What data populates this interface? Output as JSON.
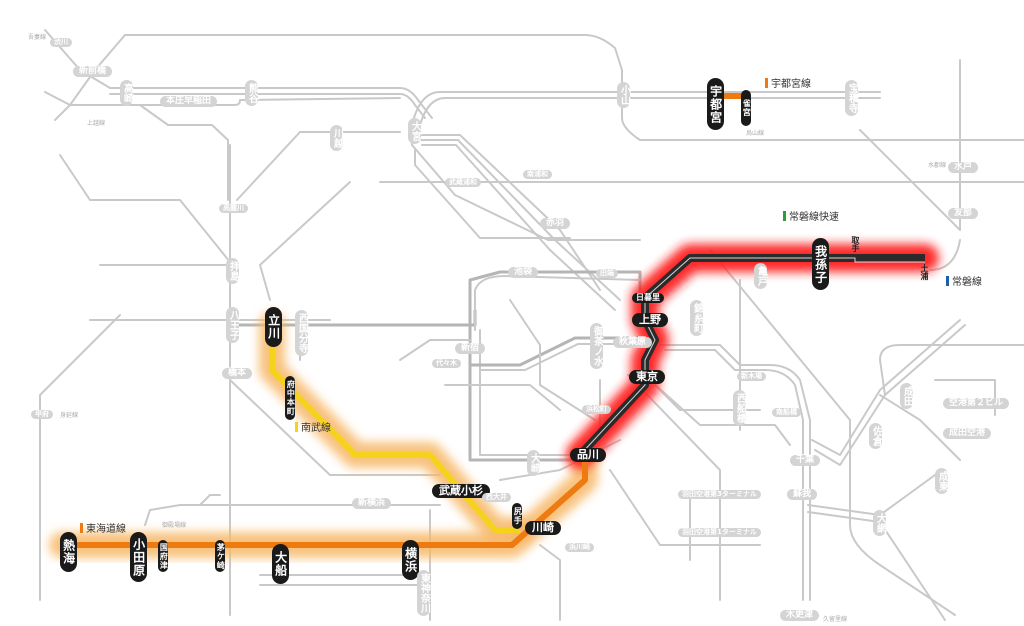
{
  "map": {
    "legends": [
      {
        "key": "utsunomiya",
        "label": "宇都宮線",
        "color": "#ee7a12"
      },
      {
        "key": "joban_rapid",
        "label": "常磐線快速",
        "color": "#2e9a3a"
      },
      {
        "key": "joban",
        "label": "常磐線",
        "color": "#1f5fa8"
      },
      {
        "key": "nambu",
        "label": "南武線",
        "color": "#f5d21b"
      },
      {
        "key": "tokaido",
        "label": "東海道線",
        "color": "#ee7a12"
      }
    ],
    "highlight_colors": {
      "red_glow": "#ff1f1f",
      "orange_glow": "#f7b766",
      "orange_line": "#ee7a12",
      "yellow_line": "#f5d21b",
      "dark_line": "#2b2b2b"
    },
    "active_stations": {
      "utsunomiya": "宇都宮",
      "suzumenomiya": "雀宮",
      "abiko": "我孫子",
      "toride": "取手",
      "tsuchiura": "土浦",
      "nippori": "日暮里",
      "ueno": "上野",
      "tokyo": "東京",
      "shinagawa": "品川",
      "kawasaki": "川崎",
      "shitte": "尻手",
      "musashikosugi": "武蔵小杉",
      "tachikawa": "立川",
      "fuchuhommachi": "府中本町",
      "atami": "熱海",
      "odawara": "小田原",
      "kozu": "国府津",
      "chigasaki": "茅ケ崎",
      "ofuna": "大船",
      "yokohama": "横浜"
    },
    "inactive_stations": {
      "takasaki": "高崎",
      "shinmaebashi": "新前橋",
      "shibukawa": "渋川",
      "honjo_waseda": "本庄早稲田",
      "kumagaya": "熊谷",
      "omiya": "大宮",
      "oyama": "小山",
      "kawagoe": "川越",
      "utsunomiya_east": "宝積寺",
      "shin_omiya": "東大宮",
      "musashi_urawa": "武蔵浦和",
      "minami_urawa": "南浦和",
      "akabane": "赤羽",
      "ikebukuro": "池袋",
      "tabata": "田端",
      "shinjuku": "新宿",
      "yoyogi": "代々木",
      "ochanomizu": "御茶ノ水",
      "akihabara": "秋葉原",
      "kinshicho": "錦糸町",
      "kameido": "亀戸",
      "hachioji": "八王子",
      "hashimoto": "橋本",
      "nishikokubunji": "西国分寺",
      "kofu": "甲府",
      "haijima": "拝島",
      "komagawa": "高麗川",
      "mito": "水戸",
      "tomobe": "友部",
      "narita": "成田",
      "sakura": "佐倉",
      "airport_t2": "空港第２ビル",
      "narita_airport": "成田空港",
      "naruto": "成東",
      "otami": "大網",
      "chiba": "千葉",
      "soga": "蘇我",
      "shin_kiba": "新木場",
      "nishi_funabashi": "西船橋",
      "haneda_t3": "羽田空港第3ターミナル",
      "haneda_t1": "羽田空港第1ターミナル",
      "hamamatsucho": "浜松町",
      "osaki": "大崎",
      "nishi_oi": "西大井",
      "shin_yokohama": "新横浜",
      "higashi_kanagawa": "東神奈川",
      "hama_kawasaki": "浜川崎",
      "kisarazu": "木更津",
      "nishi_funabashi2": "南船橋"
    },
    "small_labels": {
      "ryomo": "吾妻線",
      "joetsu": "上越線",
      "karasuyama": "烏山線",
      "suigun": "水郡線",
      "minobu": "身延線",
      "kurihama": "久留里線",
      "gotemba": "御殿場線"
    }
  }
}
